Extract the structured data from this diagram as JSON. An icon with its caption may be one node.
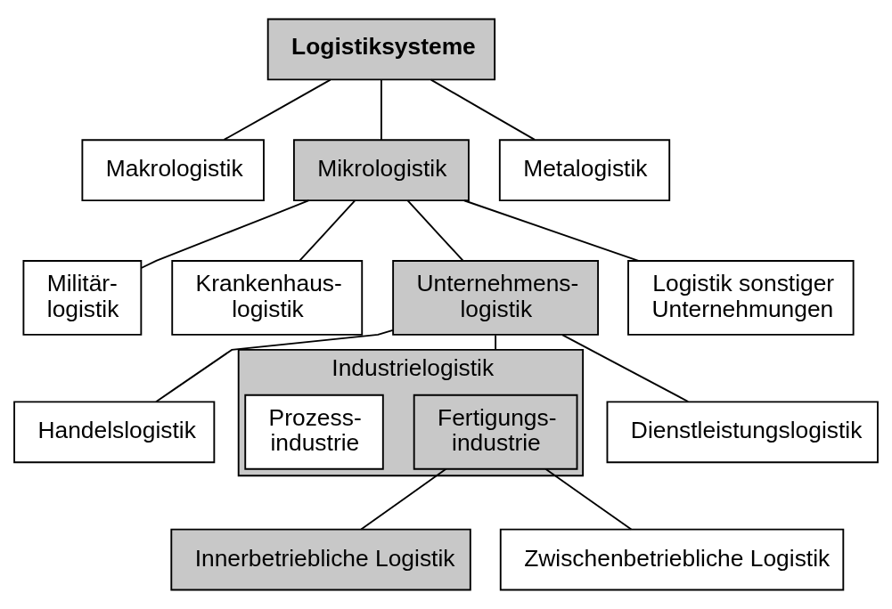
{
  "diagram": {
    "nodes": [
      {
        "text": [
          "Logistiksysteme"
        ]
      },
      {
        "text": [
          "Makrologistik"
        ]
      },
      {
        "text": [
          "Mikrologistik"
        ]
      },
      {
        "text": [
          "Metalogistik"
        ]
      },
      {
        "text": [
          "Militär- logistik"
        ]
      },
      {
        "text": [
          "Krankenhaus- logistik"
        ]
      },
      {
        "text": [
          "Unternehmens- logistik"
        ]
      },
      {
        "text": [
          "Logistik sonstiger Unternehmungen"
        ]
      },
      {
        "text": [
          "Handelslogistik"
        ]
      },
      {
        "text": [
          "Industrielogistik"
        ]
      },
      {
        "text": [
          "Fertigungs- industrie"
        ],
        "in": 9
      },
      {
        "text": [
          "Prozess- industrie"
        ],
        "in": 9
      },
      {
        "text": [
          "Dienstleistungslogistik"
        ]
      },
      {
        "text": [
          "Innerbetriebliche Logistik"
        ]
      },
      {
        "text": [
          "Zwischenbetriebliche Logistik"
        ]
      }
    ],
    "edges": [
      {
        "from": 0,
        "to": 1,
        "arrow": "none"
      },
      {
        "from": 0,
        "to": 2,
        "arrow": "none"
      },
      {
        "from": 0,
        "to": 3,
        "arrow": "none"
      },
      {
        "from": 2,
        "to": 4,
        "arrow": "none"
      },
      {
        "from": 2,
        "to": 5,
        "arrow": "none"
      },
      {
        "from": 2,
        "to": 6,
        "arrow": "none"
      },
      {
        "from": 2,
        "to": 7,
        "arrow": "none"
      },
      {
        "from": 6,
        "to": 8,
        "arrow": "none"
      },
      {
        "from": 6,
        "to": 9,
        "arrow": "none"
      },
      {
        "from": 6,
        "to": 12,
        "arrow": "none"
      },
      {
        "from": 10,
        "to": 13,
        "arrow": "none"
      },
      {
        "from": 10,
        "to": 14,
        "arrow": "none"
      }
    ]
  }
}
